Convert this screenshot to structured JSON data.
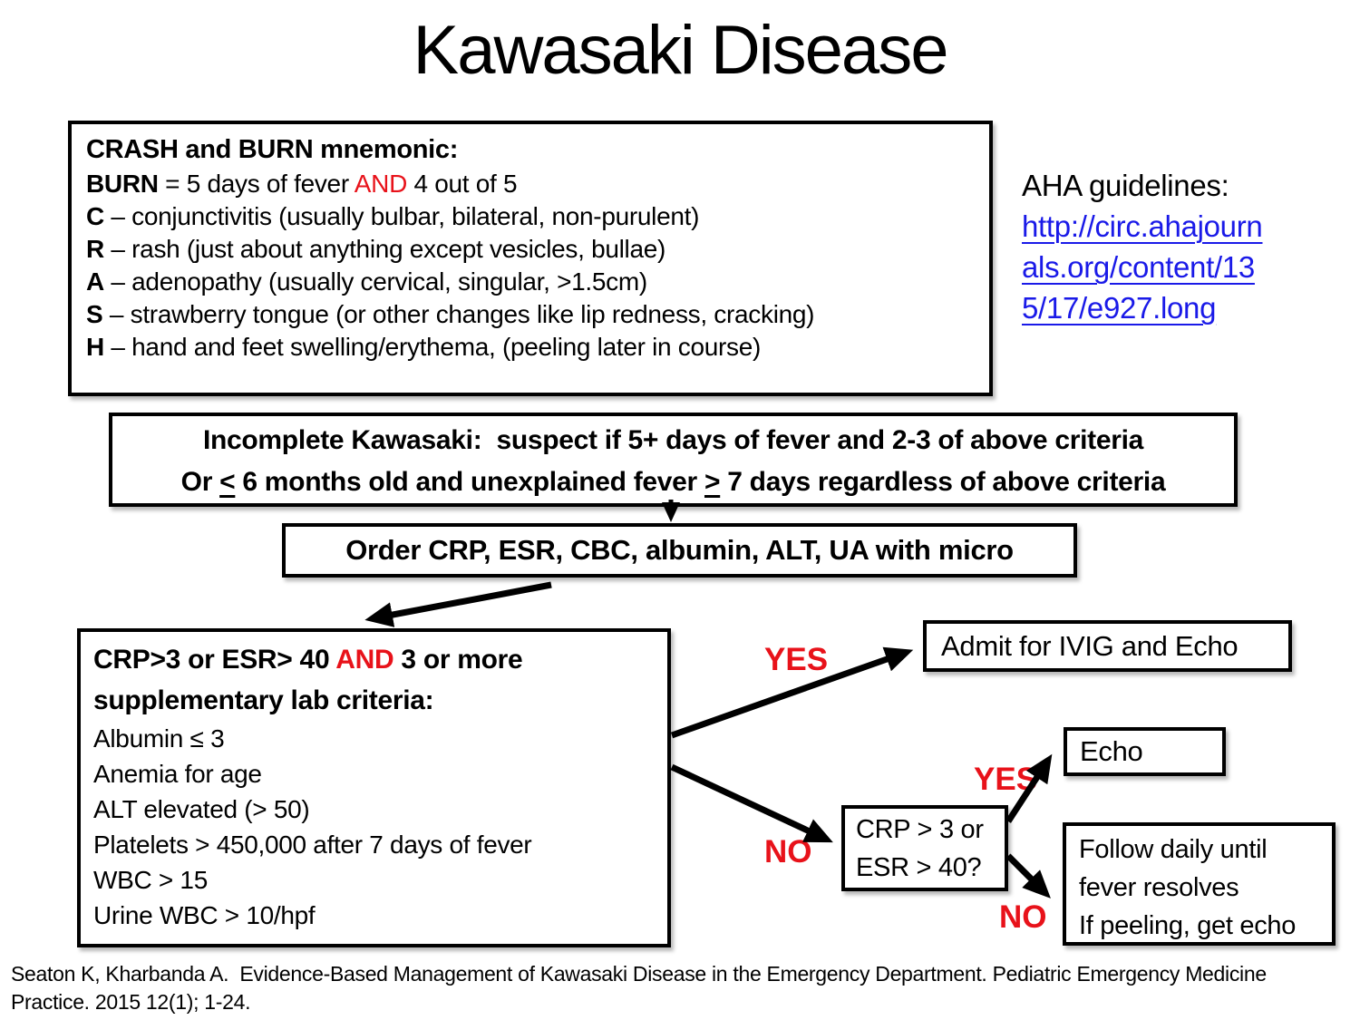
{
  "title": "Kawasaki Disease",
  "colors": {
    "accent_red": "#e8121a",
    "link_blue": "#1a1ae8"
  },
  "crash_box": {
    "heading": "CRASH and BURN mnemonic:",
    "burn_line": {
      "bold": "BURN",
      "pre": " = 5 days of fever ",
      "and": "AND",
      "post": " 4 out of 5"
    },
    "items": [
      {
        "letter": "C",
        "text": " – conjunctivitis (usually bulbar, bilateral, non-purulent)"
      },
      {
        "letter": "R",
        "text": " – rash (just about anything except vesicles, bullae)"
      },
      {
        "letter": "A",
        "text": " – adenopathy (usually cervical, singular, >1.5cm)"
      },
      {
        "letter": "S",
        "text": " – strawberry tongue (or other changes like lip redness, cracking)"
      },
      {
        "letter": "H",
        "text": " – hand and feet swelling/erythema, (peeling later in course)"
      }
    ]
  },
  "aha": {
    "label": "AHA guidelines:",
    "link_lines": [
      "http://circ.ahajourn",
      "als.org/content/13",
      "5/17/e927.long"
    ]
  },
  "incomplete_box": {
    "line1": "Incomplete Kawasaki:  suspect if 5+ days of fever and 2-3 of above criteria",
    "line2": {
      "pre": "Or ",
      "le": "<",
      "mid": " 6 months old and unexplained fever ",
      "ge": ">",
      "post": " 7 days regardless of above criteria"
    }
  },
  "order_box": {
    "text": "Order CRP, ESR, CBC, albumin, ALT, UA with micro"
  },
  "lab_box": {
    "heading": {
      "pre": "CRP>3 or ESR> 40 ",
      "and": "AND",
      "post": " 3 or more supplementary lab criteria:"
    },
    "items": [
      "Albumin ≤ 3",
      "Anemia for age",
      "ALT elevated (> 50)",
      "Platelets > 450,000 after 7 days of fever",
      "WBC > 15",
      "Urine WBC > 10/hpf"
    ]
  },
  "flow": {
    "yes1": "YES",
    "no1": "NO",
    "yes2": "YES",
    "no2": "NO",
    "admit_box": "Admit for IVIG and Echo",
    "echo_box": "Echo",
    "decision_box": [
      "CRP > 3 or",
      "ESR > 40?"
    ],
    "follow_box": [
      "Follow daily until",
      "fever resolves",
      "If peeling, get echo"
    ]
  },
  "citation": {
    "line1": "Seaton K, Kharbanda A.  Evidence-Based Management of Kawasaki Disease in the Emergency Department. Pediatric Emergency Medicine",
    "line2": "Practice. 2015 12(1); 1-24."
  }
}
